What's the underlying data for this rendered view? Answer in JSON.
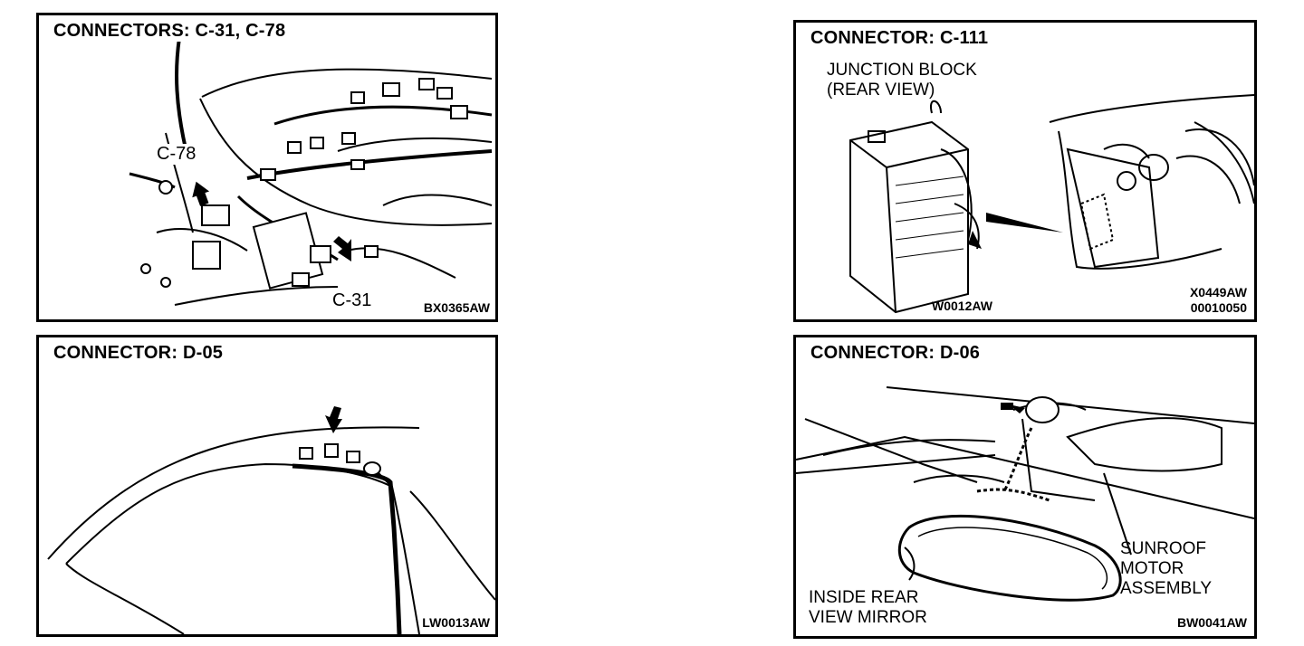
{
  "panels": {
    "p1": {
      "title": "CONNECTORS: C-31, C-78",
      "callout_c78": "C-78",
      "callout_c31": "C-31",
      "code": "BX0365AW"
    },
    "p2": {
      "title": "CONNECTOR: C-111",
      "label_line1": "JUNCTION BLOCK",
      "label_line2": "(REAR VIEW)",
      "code_left": "W0012AW",
      "code_right_line1": "X0449AW",
      "code_right_line2": "00010050"
    },
    "p3": {
      "title": "CONNECTOR: D-05",
      "code": "LW0013AW"
    },
    "p4": {
      "title": "CONNECTOR: D-06",
      "label_sunroof_1": "SUNROOF",
      "label_sunroof_2": "MOTOR",
      "label_sunroof_3": "ASSEMBLY",
      "label_mirror_1": "INSIDE REAR",
      "label_mirror_2": "VIEW MIRROR",
      "code": "BW0041AW"
    }
  }
}
